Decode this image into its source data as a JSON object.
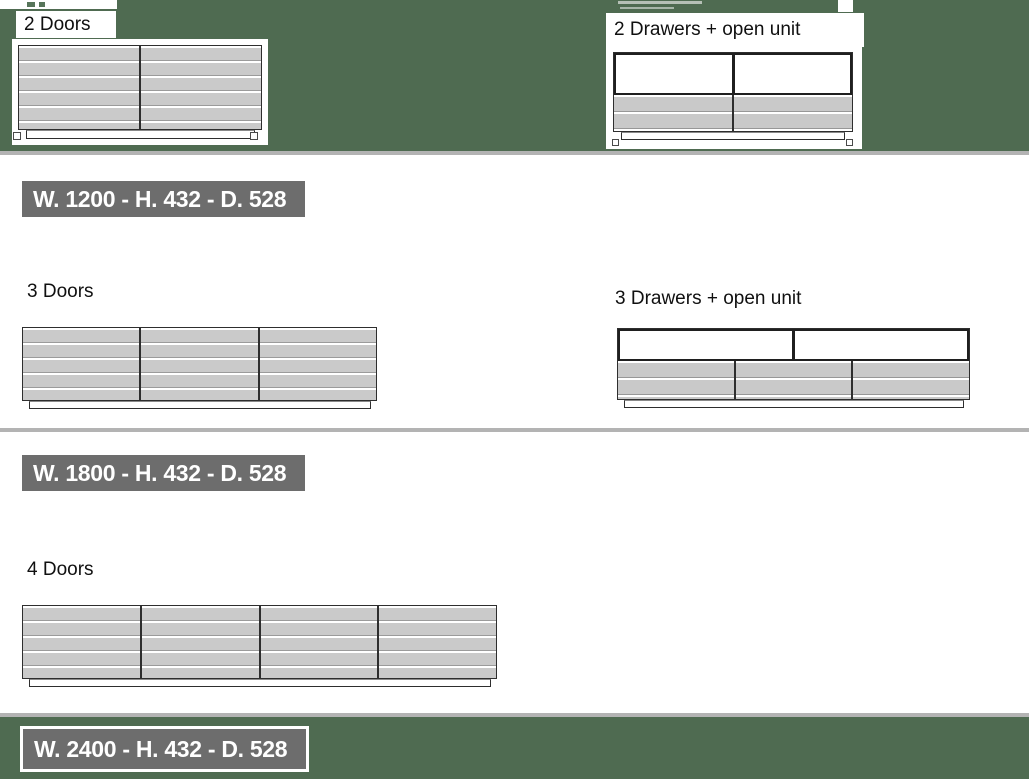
{
  "page": {
    "background_green": "#4f6b51",
    "badge_background": "#6d6d6d",
    "badge_text_color": "#ffffff",
    "divider_color": "#b3b3b3",
    "slat_color": "#cacaca",
    "line_color": "#2e2e2e"
  },
  "sections": [
    {
      "variants": [
        {
          "label": "2 Doors",
          "type": "doors",
          "door_count": 2
        },
        {
          "label": "2 Drawers + open unit",
          "type": "drawers_open_unit",
          "drawer_count": 2
        }
      ],
      "dimensions": "W. 1200 - H. 432 - D. 528"
    },
    {
      "variants": [
        {
          "label": "3 Doors",
          "type": "doors",
          "door_count": 3
        },
        {
          "label": "3 Drawers + open unit",
          "type": "drawers_open_unit",
          "drawer_count": 3
        }
      ],
      "dimensions": "W. 1800 - H. 432 - D. 528"
    },
    {
      "variants": [
        {
          "label": "4 Doors",
          "type": "doors",
          "door_count": 4
        }
      ],
      "dimensions": "W. 2400 - H. 432 - D. 528"
    }
  ]
}
